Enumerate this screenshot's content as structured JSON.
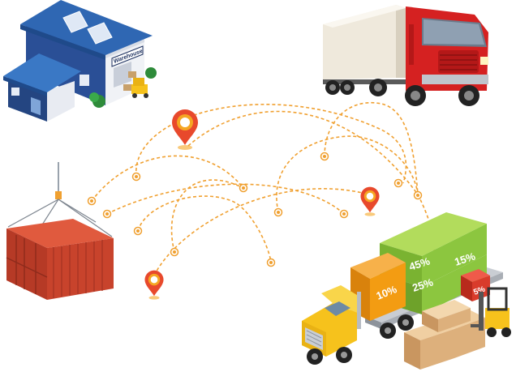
{
  "warehouse": {
    "sign": "Warehouse"
  },
  "cargo_blocks": {
    "orange": "10%",
    "green_top": "45%",
    "green_right": "15%",
    "green_bottom": "25%",
    "red_small": "5%"
  },
  "colors": {
    "route_dash": "#f0a030",
    "pin": "#e8492c",
    "pin_ring": "#f5a623",
    "container": "#c8432c",
    "warehouse_roof": "#2f67b3",
    "truck_red": "#d52121",
    "truck_yellow": "#f6c21c",
    "block_green": "#8cc63f",
    "block_orange": "#f39c12"
  },
  "icons": [
    "warehouse-icon",
    "semi-truck-icon",
    "shipping-container-icon",
    "cargo-truck-icon",
    "forklift-icon",
    "location-pin-icon",
    "box-icon"
  ]
}
